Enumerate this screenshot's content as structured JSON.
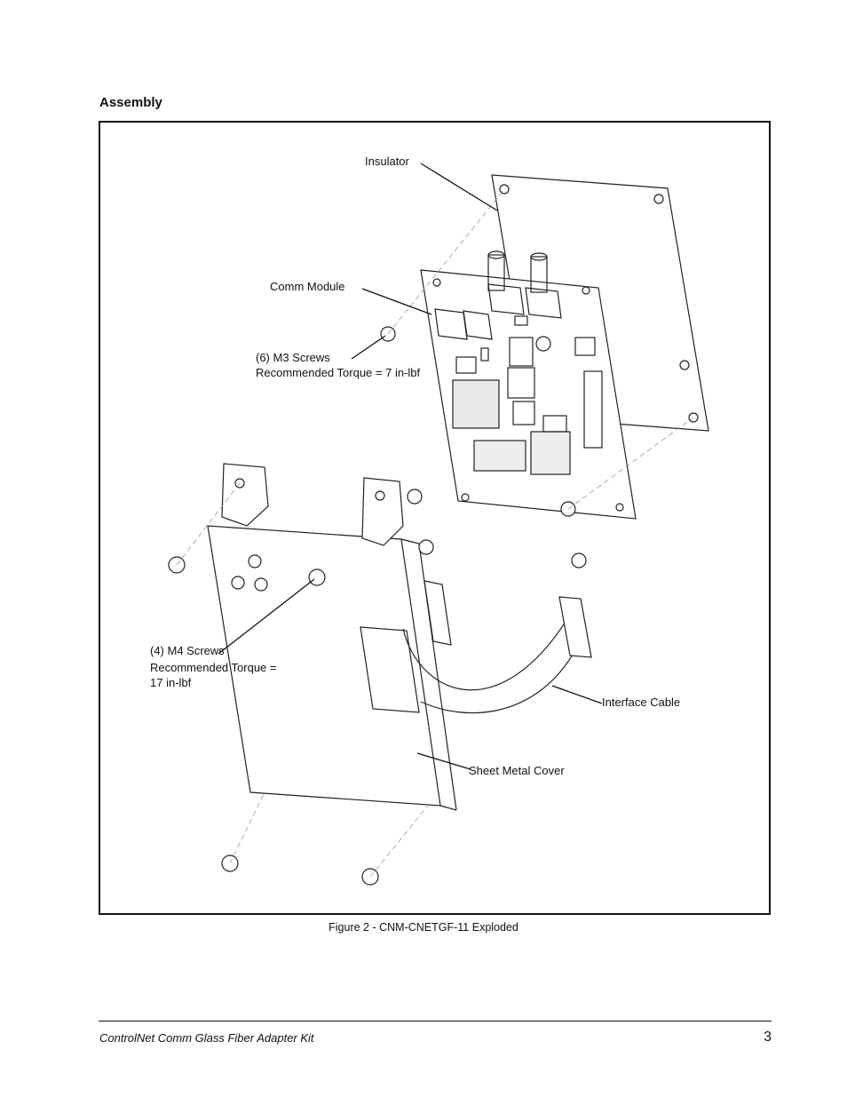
{
  "section": {
    "heading": "Assembly"
  },
  "figure": {
    "labels": {
      "insulator": "Insulator",
      "comm_module": "Comm Module",
      "m3_screws_title": "(6) M3 Screws",
      "m3_screws_torque": "Recommended Torque = 7 in-lbf",
      "m4_screws_title": "(4) M4 Screws",
      "m4_screws_torque_line1": "Recommended Torque =",
      "m4_screws_torque_line2": "17 in-lbf",
      "interface_cable": "Interface Cable",
      "sheet_metal_cover": "Sheet Metal Cover"
    },
    "caption": "Figure 2 - CNM-CNETGF-11 Exploded"
  },
  "footer": {
    "doc_title": "ControlNet Comm Glass Fiber Adapter Kit",
    "page_number": "3"
  }
}
